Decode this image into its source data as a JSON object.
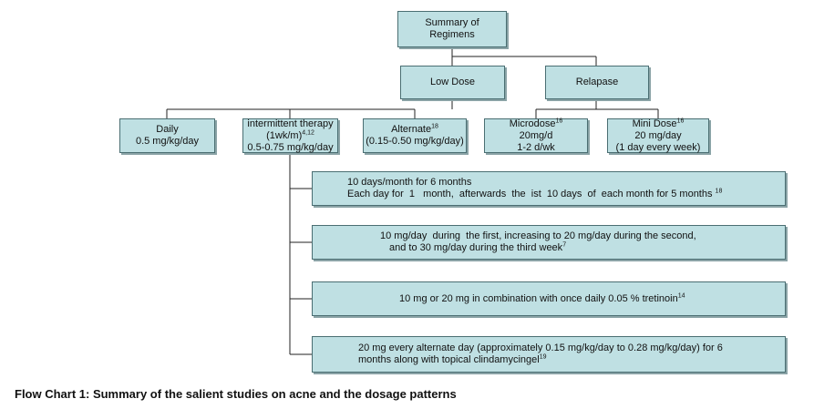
{
  "nodes": {
    "summary": {
      "lines": [
        "Summary of",
        "Regimens"
      ]
    },
    "low_dose": {
      "lines": [
        "Low Dose"
      ]
    },
    "relapse": {
      "lines": [
        "Relapase"
      ]
    },
    "daily": {
      "lines": [
        "Daily",
        "0.5 mg/kg/day"
      ]
    },
    "intermittent": {
      "line1": "intermittent therapy",
      "line2": "(1wk/m)",
      "line2_sup": "4,12",
      "line3": "0.5-0.75 mg/kg/day"
    },
    "alternate": {
      "line1": "Alternate",
      "line1_sup": "18",
      "line2": "(0.15-0.50 mg/kg/day)"
    },
    "microdose": {
      "line1": "Microdose",
      "line1_sup": "16",
      "line2": "20mg/d",
      "line3": "1-2 d/wk"
    },
    "minidose": {
      "line1": "Mini Dose",
      "line1_sup": "16",
      "line2": "20 mg/day",
      "line3": "(1 day every week)"
    },
    "regimen1": {
      "line1": "10 days/month for 6 months",
      "line2": "Each day for  1   month,  afterwards  the  ist  10 days  of  each month for 5 months",
      "line2_sup": "18"
    },
    "regimen2": {
      "line1": "10 mg/day  during  the first, increasing to 20 mg/day during the second,",
      "line2": "and to 30 mg/day during the third week",
      "line2_sup": "7"
    },
    "regimen3": {
      "line1": "10 mg or 20 mg in combination with once daily 0.05 % tretinoin",
      "line1_sup": "14"
    },
    "regimen4": {
      "line1": "20 mg every alternate day (approximately 0.15 mg/kg/day to 0.28 mg/kg/day) for 6",
      "line2": "months along with topical clindamycingel",
      "line2_sup": "19"
    }
  },
  "caption": "Flow Chart 1: Summary of the salient studies on acne and the dosage patterns",
  "colors": {
    "box_fill": "#bfe0e3",
    "box_border": "#4a6e72",
    "line": "#222222"
  }
}
